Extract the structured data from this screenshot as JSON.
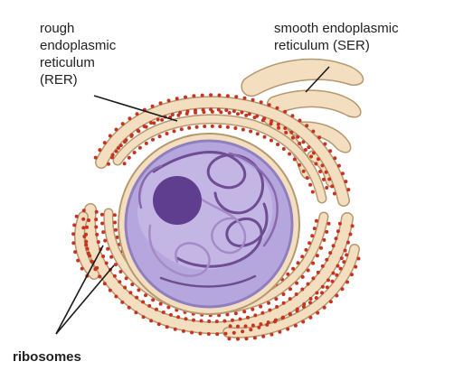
{
  "labels": {
    "rer": [
      "rough",
      "endoplasmic",
      "reticulum",
      "(RER)"
    ],
    "ser": [
      "smooth endoplasmic",
      "reticulum (SER)"
    ],
    "ribosomes": "ribosomes"
  },
  "colors": {
    "er_fill": "#f3dfbf",
    "er_stroke": "#b59870",
    "ribosome": "#c8331f",
    "nuclear_envelope": "#8f7fbf",
    "nucleoplasm": "#b6a6de",
    "nucleoplasm_light": "#c9bde8",
    "chromatin_dark": "#6f4d92",
    "chromatin_light": "#a58ac9",
    "nucleolus": "#5f3e8f",
    "leader": "#1a1a1a"
  }
}
